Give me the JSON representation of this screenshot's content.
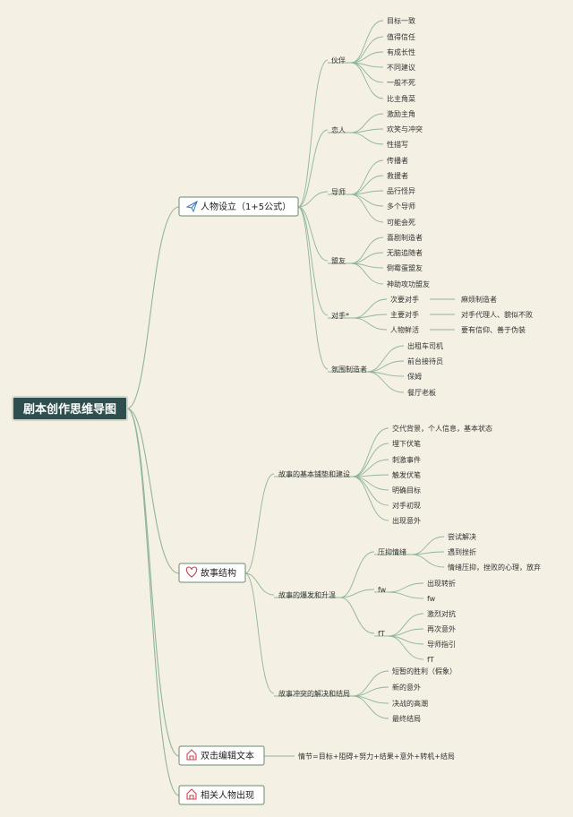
{
  "root": {
    "label": "剧本创作思维导图"
  },
  "branches": [
    {
      "label": "人物设立（1+5公式）",
      "icon": "paper-plane-icon",
      "children": [
        {
          "label": "伙伴",
          "children": [
            {
              "label": "目标一致"
            },
            {
              "label": "值得信任"
            },
            {
              "label": "有成长性"
            },
            {
              "label": "不同建议"
            },
            {
              "label": "一般不死"
            },
            {
              "label": "比主角菜"
            }
          ]
        },
        {
          "label": "恋人",
          "children": [
            {
              "label": "激励主角"
            },
            {
              "label": "欢笑与冲突"
            },
            {
              "label": "性描写"
            }
          ]
        },
        {
          "label": "导师",
          "children": [
            {
              "label": "传播者"
            },
            {
              "label": "救援者"
            },
            {
              "label": "品行怪异"
            },
            {
              "label": "多个导师"
            },
            {
              "label": "可能会死"
            }
          ]
        },
        {
          "label": "盟友",
          "children": [
            {
              "label": "喜剧制造者"
            },
            {
              "label": "无脑追随者"
            },
            {
              "label": "倒霉蛋盟友"
            },
            {
              "label": "神助攻功盟友"
            }
          ]
        },
        {
          "label": "对手*",
          "children": [
            {
              "label": "次要对手",
              "note": "麻烦制造者"
            },
            {
              "label": "主要对手",
              "note": "对手代理人、貌似不败"
            },
            {
              "label": "人物鲜活",
              "note": "要有信仰、善于伪装"
            }
          ]
        },
        {
          "label": "氛围制造者",
          "children": [
            {
              "label": "出租车司机"
            },
            {
              "label": "前台接待员"
            },
            {
              "label": "保姆"
            },
            {
              "label": "餐厅老板"
            }
          ]
        }
      ]
    },
    {
      "label": "故事结构",
      "icon": "heart-icon",
      "children": [
        {
          "label": "故事的基本铺垫和建设",
          "children": [
            {
              "label": "交代背景，个人信息，基本状态"
            },
            {
              "label": "埋下伏笔"
            },
            {
              "label": "刺激事件"
            },
            {
              "label": "触发伏笔"
            },
            {
              "label": "明确目标"
            },
            {
              "label": "对手初现"
            },
            {
              "label": "出现意外"
            }
          ]
        },
        {
          "label": "故事的爆发和升温",
          "children": [
            {
              "label": "压抑情绪",
              "children": [
                {
                  "label": "尝试解决"
                },
                {
                  "label": "遇到挫折"
                },
                {
                  "label": "情绪压抑，挫败的心理，放弃"
                }
              ]
            },
            {
              "label": "fw",
              "children": [
                {
                  "label": "出现转折"
                },
                {
                  "label": "fw"
                }
              ]
            },
            {
              "label": "fT",
              "children": [
                {
                  "label": "激烈对抗"
                },
                {
                  "label": "再次意外"
                },
                {
                  "label": "导师指引"
                },
                {
                  "label": "fT"
                }
              ]
            }
          ]
        },
        {
          "label": "故事冲突的解决和结局",
          "children": [
            {
              "label": "短暂的胜利（假象）"
            },
            {
              "label": "新的意外"
            },
            {
              "label": "决战的高潮"
            },
            {
              "label": "最终结局"
            }
          ]
        }
      ]
    },
    {
      "label": "双击编辑文本",
      "icon": "home-icon",
      "children": [
        {
          "label": "情节=目标+阻碍+努力+结果+意外+转机+结局"
        }
      ]
    },
    {
      "label": "相关人物出现",
      "icon": "home-icon",
      "children": []
    }
  ]
}
